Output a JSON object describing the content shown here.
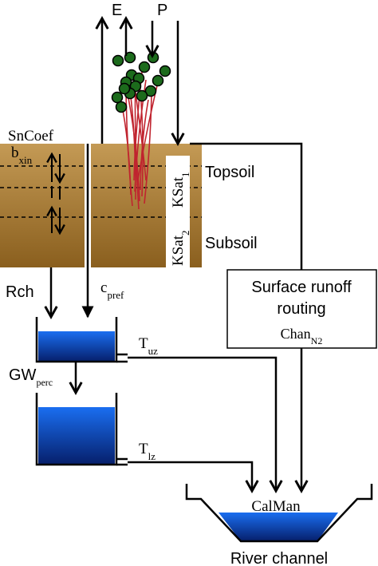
{
  "labels": {
    "evaporation": "E",
    "precipitation": "P",
    "snow_coef": "SnCoef",
    "b_xin_base": "b",
    "b_xin_sub": "xin",
    "ksat1_base": "KSat",
    "ksat1_sub": "1",
    "ksat2_base": "KSat",
    "ksat2_sub": "2",
    "topsoil": "Topsoil",
    "subsoil": "Subsoil",
    "recharge": "Rch",
    "c_pref_base": "c",
    "c_pref_sub": "pref",
    "t_uz_base": "T",
    "t_uz_sub": "uz",
    "gw_perc_base": "GW",
    "gw_perc_sub": "perc",
    "t_lz_base": "T",
    "t_lz_sub": "lz",
    "surface_runoff_line1": "Surface runoff",
    "surface_runoff_line2": "routing",
    "chan_n2_base": "Chan",
    "chan_n2_sub": "N2",
    "calman": "CalMan",
    "river_channel": "River channel"
  },
  "colors": {
    "soil_top": "#c49a55",
    "soil_bottom": "#8a5f1e",
    "water_top": "#1a6ef0",
    "water_bottom": "#061f6b",
    "leaf": "#1c6b1c",
    "root": "#c0242f",
    "line": "#000000"
  }
}
